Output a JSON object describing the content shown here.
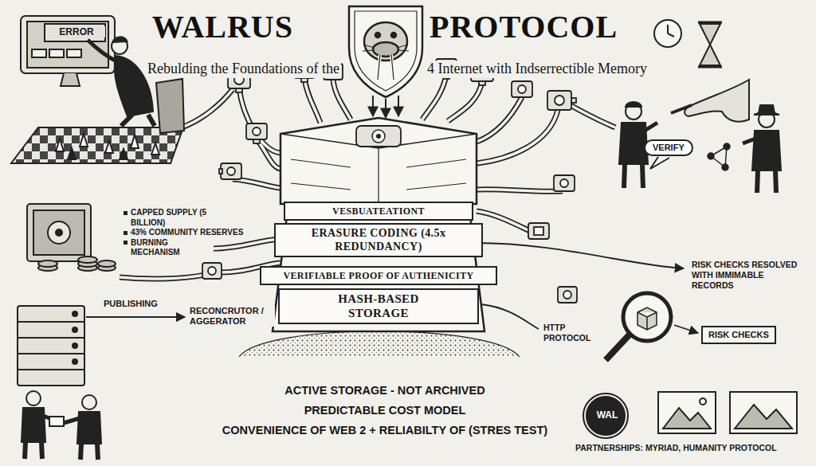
{
  "diagram": {
    "title": "WALRUS PROTOCOL",
    "nodes": [
      {
        "text": [
          "VESBUATEATIONT"
        ]
      },
      {
        "text": [
          "ERASURE CODING (4.5x REDUNDANCY)"
        ]
      },
      {
        "text": [
          "VERIFIABLE PROOF OF AUTHENICITY"
        ]
      },
      {
        "text": [
          "HASH-BASED STORAGE"
        ]
      },
      {
        "text": [
          "VERIFY"
        ]
      },
      {
        "text": [
          "RISK CHECKS"
        ]
      }
    ],
    "labels": [
      "Rebulding the Foundations of the",
      "4 Internet with Indserrectible Memory",
      "ERROR",
      "CAPPED SUPPLY (5 BILLION)",
      "43% COMMUNITY RESERVES",
      "BURNING MECHANISM",
      "PUBLISHING",
      "RECONCRUTOR / AGGERATOR",
      "RISK CHECKS RESOLVED WITH IMMIMABLE RECORDS",
      "HTTP PROTOCOL",
      "ACTIVE STORAGE - NOT ARCHIVED",
      "PREDICTABLE COST MODEL",
      "CONVENIENCE OF WEB 2 + RELIABILTY OF (STRES TEST)",
      "WAL",
      "PARTNERSHIPS: MYRIAD, HUMANITY PROTOCOL"
    ]
  }
}
